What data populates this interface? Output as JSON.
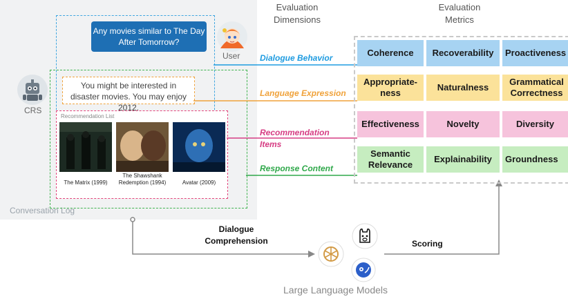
{
  "conversation": {
    "user_message": "Any movies similar to The Day After Tomorrow?",
    "user_label": "User",
    "crs_label": "CRS",
    "crs_reply": "You might be interested in disaster movies. You may enjoy 2012.",
    "recommendation_list_title": "Recommendation List",
    "movies": [
      {
        "title": "The Matrix (1999)"
      },
      {
        "title": "The Shawshank Redemption (1994)"
      },
      {
        "title": "Avatar (2009)"
      }
    ],
    "log_label": "Conversation Log"
  },
  "headers": {
    "dimensions": "Evaluation Dimensions",
    "metrics": "Evaluation Metrics"
  },
  "dimensions": [
    {
      "label": "Dialogue Behavior",
      "color": "#1e9be0"
    },
    {
      "label": "Language Expression",
      "color": "#f0a23a"
    },
    {
      "label": "Recommendation Items",
      "color": "#d63c83"
    },
    {
      "label": "Response Content",
      "color": "#2fa84a"
    }
  ],
  "metric_rows": [
    {
      "color": "#a7d3f2",
      "cells": [
        "Coherence",
        "Recoverability",
        "Proactiveness"
      ]
    },
    {
      "color": "#fbe29a",
      "cells": [
        "Appropriate-ness",
        "Naturalness",
        "Grammatical Correctness"
      ]
    },
    {
      "color": "#f6c3dc",
      "cells": [
        "Effectiveness",
        "Novelty",
        "Diversity"
      ]
    },
    {
      "color": "#c6edc0",
      "cells": [
        "Semantic Relevance",
        "Explainability",
        "Groundness"
      ]
    }
  ],
  "flow": {
    "comprehension": "Dialogue Comprehension",
    "scoring": "Scoring",
    "llm_label": "Large Language Models"
  },
  "icons": [
    "robot-icon",
    "user-avatar-icon",
    "llama-icon",
    "openai-icon",
    "claude-icon"
  ]
}
